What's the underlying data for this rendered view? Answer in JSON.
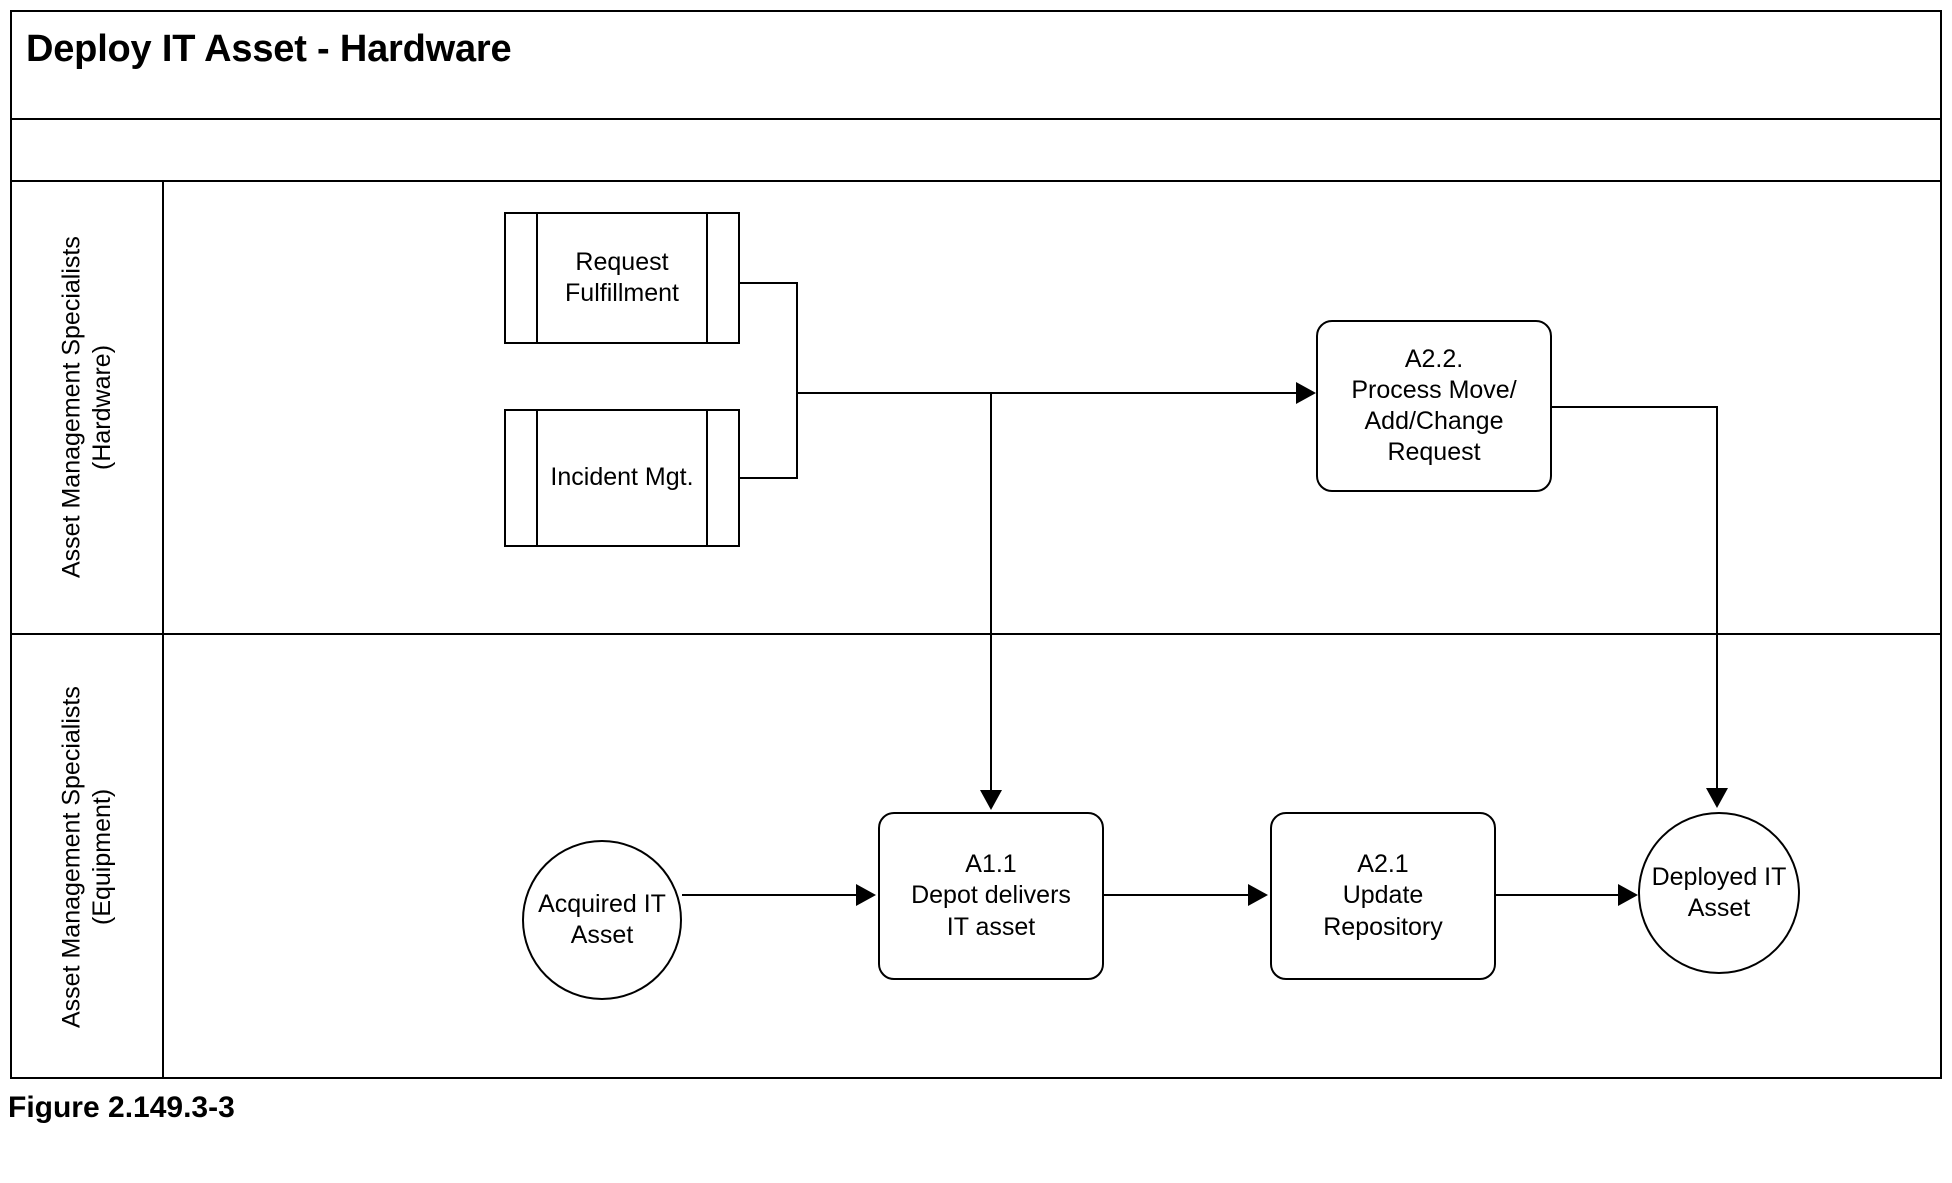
{
  "title": "Deploy IT Asset - Hardware",
  "figure_caption": "Figure 2.149.3-3",
  "lanes": [
    {
      "id": "hardware",
      "label": "Asset Management Specialists\n(Hardware)"
    },
    {
      "id": "equipment",
      "label": "Asset Management Specialists\n(Equipment)"
    }
  ],
  "shapes": {
    "request_fulfillment": {
      "label": "Request\nFulfillment",
      "type": "subprocess",
      "lane": "hardware"
    },
    "incident_mgt": {
      "label": "Incident Mgt.",
      "type": "subprocess",
      "lane": "hardware"
    },
    "a22_process_move": {
      "label": "A2.2.\nProcess Move/\nAdd/Change\nRequest",
      "type": "task",
      "lane": "hardware"
    },
    "acquired_it_asset": {
      "label": "Acquired IT\nAsset",
      "type": "start-event",
      "lane": "equipment"
    },
    "a11_depot_delivers": {
      "label": "A1.1\nDepot delivers\nIT asset",
      "type": "task",
      "lane": "equipment"
    },
    "a21_update_repository": {
      "label": "A2.1\nUpdate\nRepository",
      "type": "task",
      "lane": "equipment"
    },
    "deployed_it_asset": {
      "label": "Deployed IT\nAsset",
      "type": "end-event",
      "lane": "equipment"
    }
  },
  "colors": {
    "stroke": "#000000",
    "fill": "#ffffff",
    "text": "#000000"
  }
}
